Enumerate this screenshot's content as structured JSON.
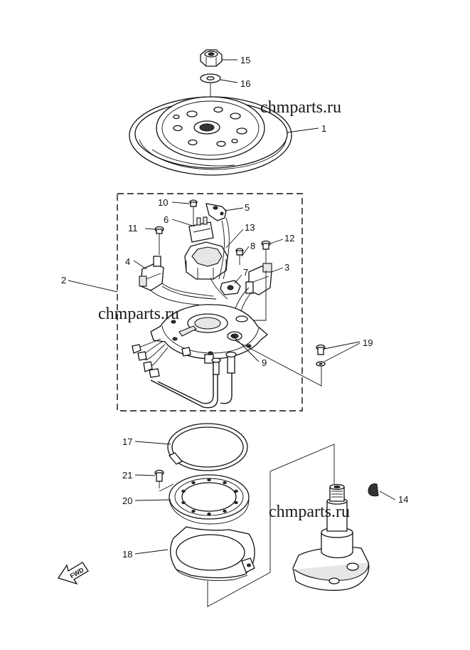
{
  "watermarks": [
    "chmparts.ru",
    "chmparts.ru",
    "chmparts.ru"
  ],
  "callouts": {
    "c1": "1",
    "c2": "2",
    "c3": "3",
    "c4": "4",
    "c5": "5",
    "c6": "6",
    "c7": "7",
    "c8": "8",
    "c9": "9",
    "c10": "10",
    "c11": "11",
    "c12": "12",
    "c13": "13",
    "c14": "14",
    "c15": "15",
    "c16": "16",
    "c17": "17",
    "c18": "18",
    "c19": "19",
    "c20": "20",
    "c21": "21"
  },
  "fwd_label": "FWD",
  "colors": {
    "line": "#111111",
    "background": "#ffffff",
    "shade": "#e6e6e6"
  }
}
